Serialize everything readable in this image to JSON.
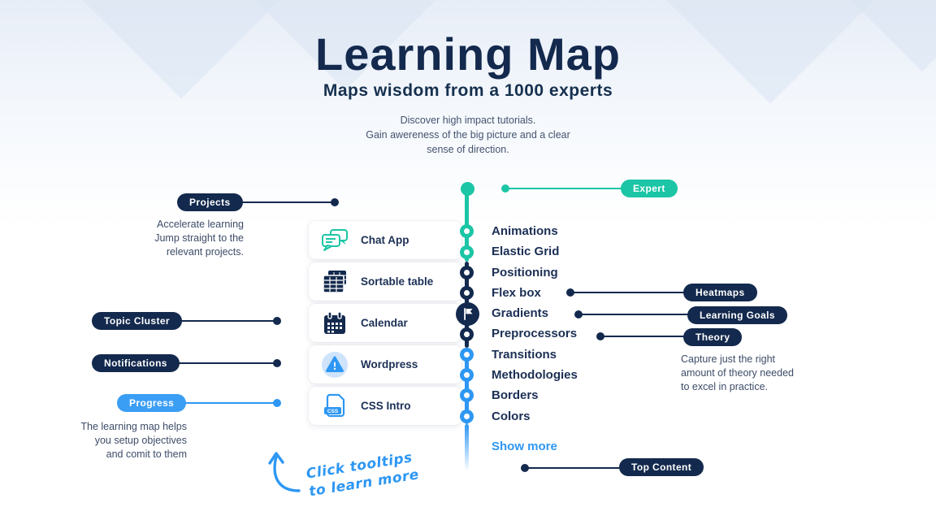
{
  "header": {
    "title": "Learning Map",
    "subtitle": "Maps wisdom from a 1000 experts",
    "description": "Discover high impact tutorials.\nGain awereness of the big picture and a clear\nsense of direction."
  },
  "left_annotations": {
    "projects": {
      "label": "Projects",
      "note": "Accelerate learning\nJump straight to the\nrelevant projects."
    },
    "topic_cluster": {
      "label": "Topic Cluster"
    },
    "notifications": {
      "label": "Notifications"
    },
    "progress": {
      "label": "Progress",
      "note": "The learning map helps\nyou setup objectives\nand comit to them"
    }
  },
  "card": {
    "items": [
      {
        "label": "Chat App",
        "icon": "chat-icon"
      },
      {
        "label": "Sortable table",
        "icon": "table-icon"
      },
      {
        "label": "Calendar",
        "icon": "calendar-icon"
      },
      {
        "label": "Wordpress",
        "icon": "warning-icon"
      },
      {
        "label": "CSS Intro",
        "icon": "css-file-icon"
      }
    ]
  },
  "timeline": {
    "topics": [
      {
        "label": "Animations",
        "level": "expert"
      },
      {
        "label": "Elastic Grid",
        "level": "expert"
      },
      {
        "label": "Positioning",
        "level": "intermediate"
      },
      {
        "label": "Flex box",
        "level": "intermediate"
      },
      {
        "label": "Gradients",
        "level": "current-position"
      },
      {
        "label": "Preprocessors",
        "level": "intermediate"
      },
      {
        "label": "Transitions",
        "level": "beginner"
      },
      {
        "label": "Methodologies",
        "level": "beginner"
      },
      {
        "label": "Borders",
        "level": "beginner"
      },
      {
        "label": "Colors",
        "level": "beginner"
      }
    ],
    "show_more": "Show more"
  },
  "right_annotations": {
    "expert": {
      "label": "Expert"
    },
    "heatmaps": {
      "label": "Heatmaps"
    },
    "learning_goals": {
      "label": "Learning Goals"
    },
    "theory": {
      "label": "Theory",
      "note": "Capture just the right\namount of theory needed\nto excel in practice."
    },
    "top_content": {
      "label": "Top Content"
    }
  },
  "doodle": {
    "text": "Click tooltips\nto learn more"
  },
  "colors": {
    "navy": "#13294d",
    "green": "#1bc5a5",
    "blue": "#2e97f3",
    "progress_blue": "#3b9ef5"
  }
}
